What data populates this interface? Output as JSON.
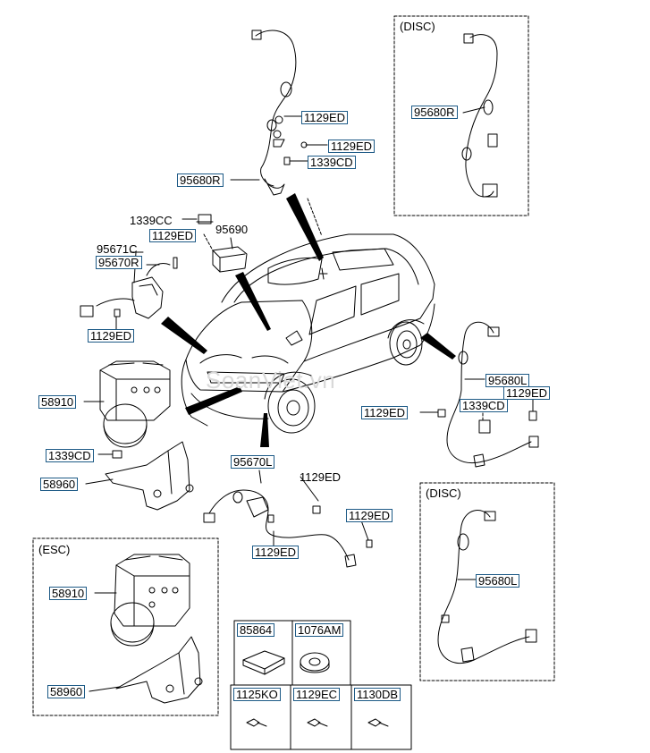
{
  "watermark": "SoanViet.vn",
  "colors": {
    "callout_border": "#1d5a86",
    "line": "#000000",
    "part_fill": "#ffffff"
  },
  "sections": {
    "disc_top": "(DISC)",
    "disc_bottom": "(DISC)",
    "esc": "(ESC)"
  },
  "labels": {
    "p1129ED_a": "1129ED",
    "p1129ED_b": "1129ED",
    "p1339CD_a": "1339CD",
    "p95680R_a": "95680R",
    "p95680R_disc": "95680R",
    "p1339CC": "1339CC",
    "p1129ED_c": "1129ED",
    "p95690": "95690",
    "p95671C": "95671C",
    "p95670R": "95670R",
    "p1129ED_d": "1129ED",
    "p58910_a": "58910",
    "p1339CD_b": "1339CD",
    "p58960_a": "58960",
    "p95680L": "95680L",
    "p1129ED_e": "1129ED",
    "p1129ED_f": "1129ED",
    "p1339CD_c": "1339CD",
    "p95670L": "95670L",
    "p1129ED_g": "1129ED",
    "p1129ED_h": "1129ED",
    "p1129ED_i": "1129ED",
    "p95680L_disc": "95680L",
    "p58910_b": "58910",
    "p58960_b": "58960"
  },
  "fasteners_table": {
    "headers_row1": [
      "85864",
      "1076AM"
    ],
    "headers_row2": [
      "1125KO",
      "1129EC",
      "1130DB"
    ]
  }
}
